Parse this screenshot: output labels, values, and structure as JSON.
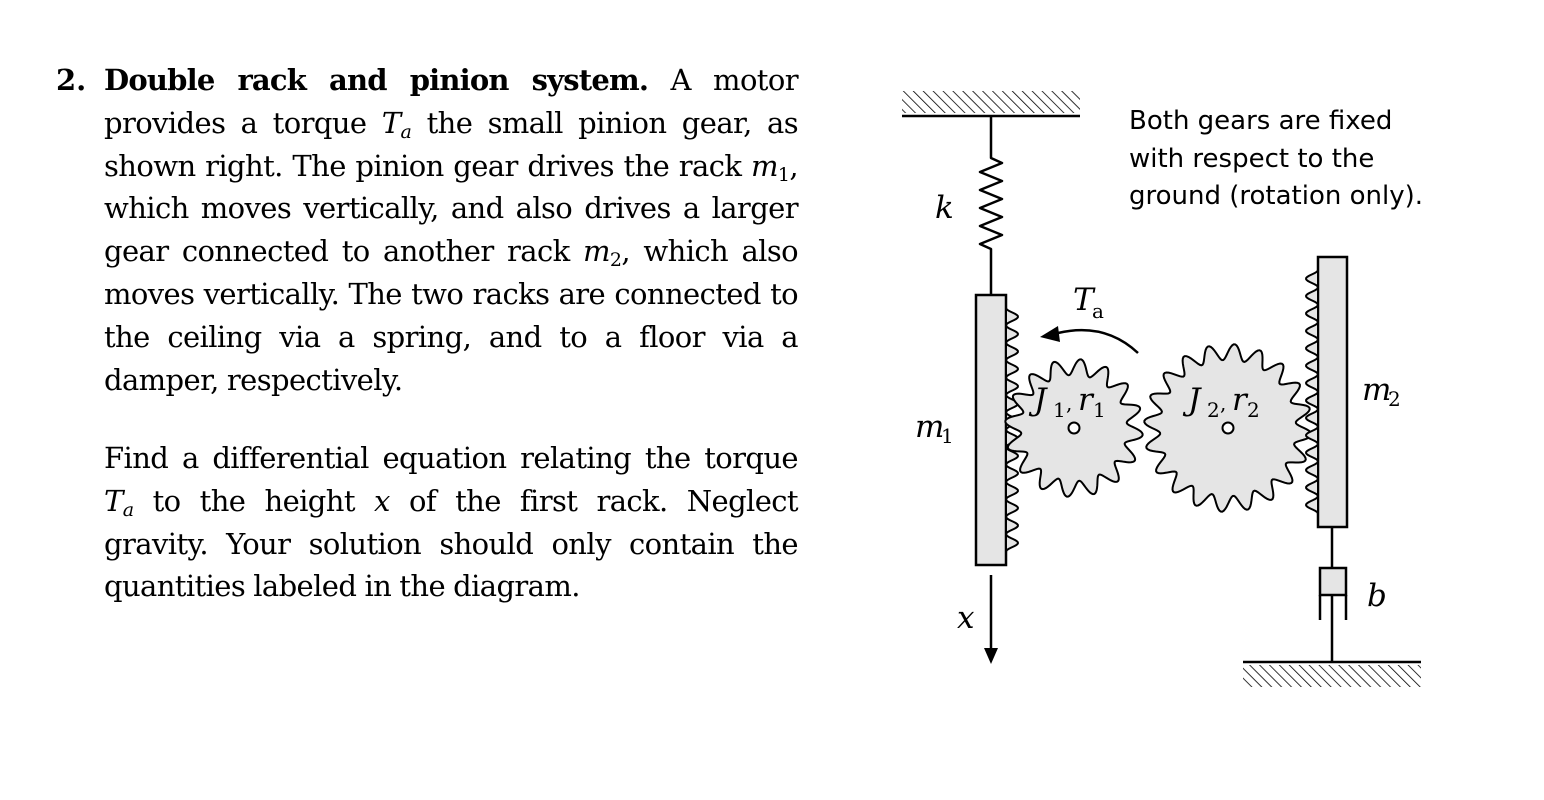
{
  "problem": {
    "number": "2.",
    "title": "Double rack and pinion system.",
    "text_1": "A motor provides a torque",
    "text_2": "the small pinion gear, as shown right. The pinion gear drives the rack",
    "text_3": ", which moves vertically, and also drives a larger gear connected to another rack",
    "text_4": ", which also moves vertically. The two racks are connected to the ceiling via a spring, and to a floor via a damper, respectively.",
    "find_1": "Find a differential equation relating the torque",
    "find_2": "to the height",
    "find_3": "of the first rack. Neglect gravity. Your solution should only contain the quantities labeled in the diagram."
  },
  "symbols": {
    "T": "T",
    "a": "a",
    "m": "m",
    "one": "1",
    "two": "2",
    "x": "x",
    "k": "k",
    "b": "b",
    "J": "J",
    "r": "r",
    "comma": ","
  },
  "diagram": {
    "note_lines": [
      "Both gears are fixed",
      "with respect to the",
      "ground (rotation only)."
    ]
  }
}
